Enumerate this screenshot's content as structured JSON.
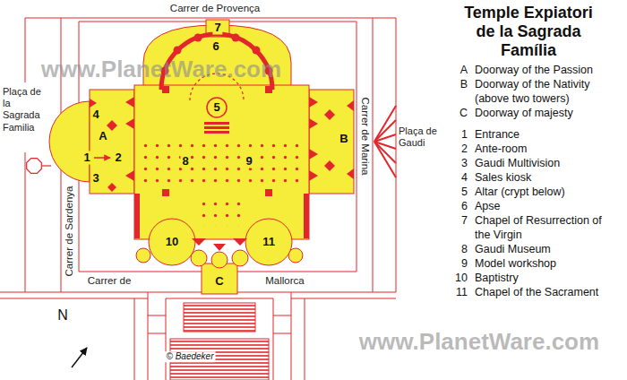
{
  "diagram": {
    "title": "Temple Expiatori de la Sagrada Família",
    "labels": [
      "www.PlanetWare.com",
      "Carrer de Provença",
      "Plaça de la Sagrada Familia",
      "Carrer de Sardenya",
      "Carrer de Marina",
      "Plaça de Gaudi",
      "7",
      "6",
      "4",
      "A",
      "5",
      "1",
      "2",
      "3",
      "8",
      "9",
      "B",
      "10",
      "11",
      "C",
      "Carrer de",
      "Mallorca",
      "N",
      "© Baedeker",
      "www.PlanetWare.com",
      "A",
      "Doorway of the Passion",
      "B",
      "Doorway of the Nativity (above two towers)",
      "C",
      "Doorway of majesty",
      "1",
      "Entrance",
      "2",
      "Ante-room",
      "3",
      "Gaudi Multivision",
      "4",
      "Sales kiosk",
      "5",
      "Altar (crypt below)",
      "6",
      "Apse",
      "7",
      "Chapel of Resurrection of the Virgin",
      "8",
      "Gaudi Museum",
      "9",
      "Model workshop",
      "10",
      "Baptistry",
      "11",
      "Chapel of the Sacrament"
    ]
  }
}
